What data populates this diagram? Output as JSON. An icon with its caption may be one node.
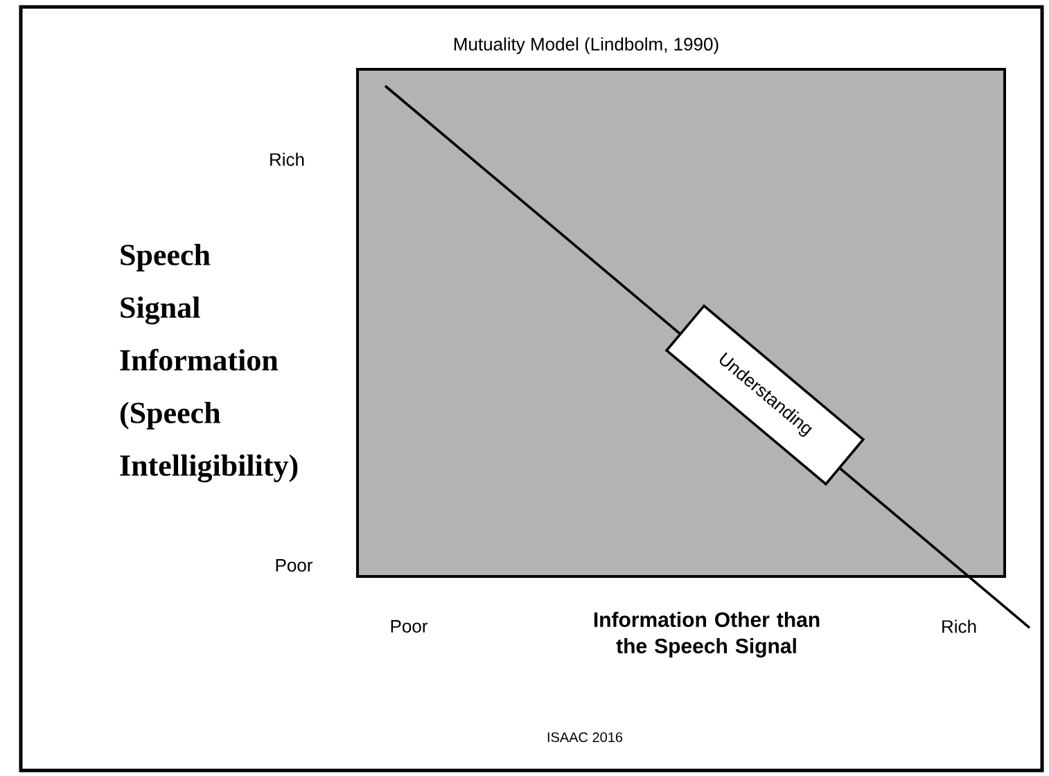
{
  "diagram": {
    "title": "Mutuality Model (Lindbolm, 1990)",
    "nodes": [
      {
        "text": [
          "Understanding"
        ]
      }
    ],
    "labels": [
      "Rich",
      "Speech Signal Information (Speech Intelligibility)",
      "Poor",
      "Poor",
      "Information Other than the Speech Signal",
      "Rich",
      "ISAAC 2016"
    ]
  }
}
